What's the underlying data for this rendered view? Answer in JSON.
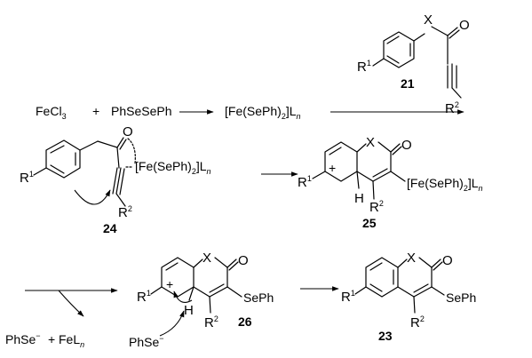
{
  "reagents": {
    "fecl3": "FeCl",
    "fecl3_sub": "3",
    "plus": "+",
    "diselenide": "PhSeSePh",
    "complex_a": "[Fe(SePh)",
    "complex_sub": "2",
    "complex_b": "]L",
    "n": "n"
  },
  "labels": {
    "X": "X",
    "O": "O",
    "R1": "R",
    "R1_sup": "1",
    "R2": "R",
    "R2_sup": "2",
    "H": "H",
    "plus_charge": "+",
    "SePh": "SePh",
    "PhSe": "PhSe",
    "minus": "−",
    "FeL": "FeL"
  },
  "compounds": {
    "c21": "21",
    "c24": "24",
    "c25": "25",
    "c26": "26",
    "c23": "23"
  }
}
